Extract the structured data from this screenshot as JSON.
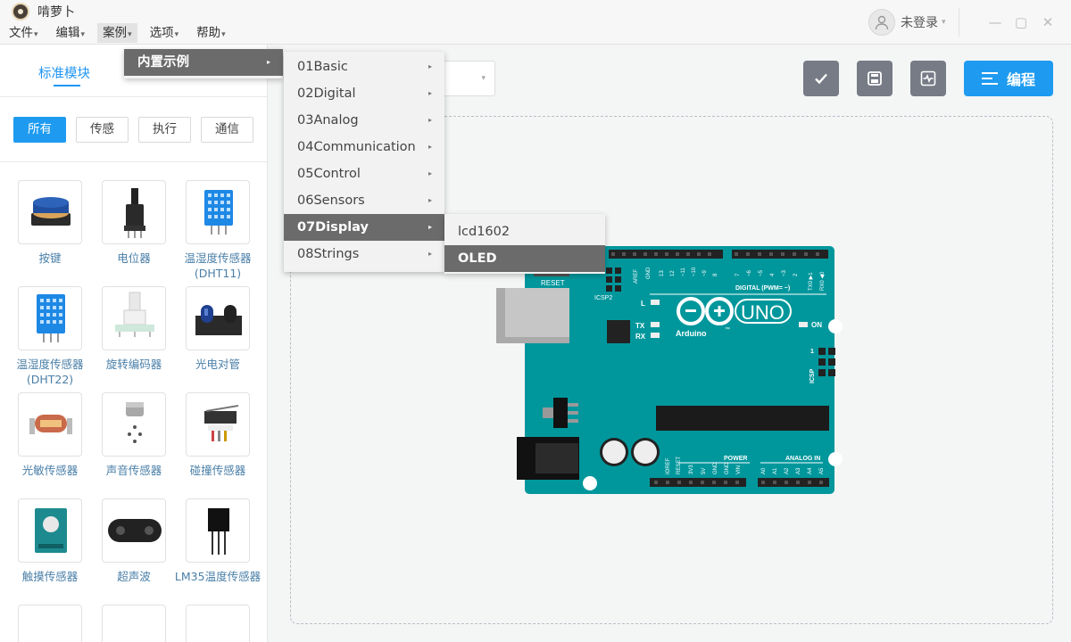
{
  "app": {
    "title": "啃萝卜",
    "logo": "radish-logo"
  },
  "menubar": [
    {
      "label": "文件",
      "caret": "▾"
    },
    {
      "label": "编辑",
      "caret": "▾"
    },
    {
      "label": "案例",
      "caret": "▾"
    },
    {
      "label": "选项",
      "caret": "▾"
    },
    {
      "label": "帮助",
      "caret": "▾"
    }
  ],
  "user": {
    "name": "未登录",
    "caret": "▾",
    "icon": "user-avatar-icon"
  },
  "window_controls": {
    "minimize": "—",
    "maximize": "▢",
    "close": "✕"
  },
  "sidebar": {
    "tab": "标准模块",
    "filters": [
      "所有",
      "传感",
      "执行",
      "通信"
    ],
    "active_filter": "所有",
    "modules": [
      {
        "label": "按键",
        "icon": "button-module-icon"
      },
      {
        "label": "电位器",
        "icon": "potentiometer-icon"
      },
      {
        "label": "温湿度传感器(DHT11)",
        "icon": "dht11-icon"
      },
      {
        "label": "温湿度传感器(DHT22)",
        "icon": "dht22-icon"
      },
      {
        "label": "旋转编码器",
        "icon": "rotary-encoder-icon"
      },
      {
        "label": "光电对管",
        "icon": "photo-interrupter-icon"
      },
      {
        "label": "光敏传感器",
        "icon": "light-sensor-icon"
      },
      {
        "label": "声音传感器",
        "icon": "sound-sensor-icon"
      },
      {
        "label": "碰撞传感器",
        "icon": "collision-sensor-icon"
      },
      {
        "label": "触摸传感器",
        "icon": "touch-sensor-icon"
      },
      {
        "label": "超声波",
        "icon": "ultrasonic-icon"
      },
      {
        "label": "LM35温度传感器",
        "icon": "lm35-icon"
      }
    ]
  },
  "toolbar": {
    "verify": "check-icon",
    "save": "save-icon",
    "monitor": "serial-monitor-icon",
    "program_label": "编程"
  },
  "menus": {
    "cases": {
      "items": [
        "内置示例"
      ],
      "active": "内置示例"
    },
    "builtin": {
      "items": [
        "01Basic",
        "02Digital",
        "03Analog",
        "04Communication",
        "05Control",
        "06Sensors",
        "07Display",
        "08Strings"
      ],
      "active": "07Display"
    },
    "display": {
      "items": [
        "lcd1602",
        "OLED"
      ],
      "active": "OLED"
    }
  },
  "board": {
    "reset": "RESET",
    "icsp2": "ICSP2",
    "icsp": "ICSP",
    "aref": "AREF",
    "gnd": "GND",
    "digital": "DIGITAL (PWM= ~)",
    "l": "L",
    "tx": "TX",
    "rx": "RX",
    "on": "ON",
    "uno": "UNO",
    "brand": "Arduino",
    "tm": "™",
    "power": "POWER",
    "analog_in": "ANALOG IN",
    "tx_pin": "TX0 ▶1",
    "rx_pin": "RX0 ◀0",
    "icsp_one": "1",
    "digital_pins": [
      "13",
      "12",
      "~11",
      "~10",
      "~9",
      "8",
      "7",
      "~6",
      "~5",
      "4",
      "~3",
      "2"
    ],
    "power_pins": [
      "IOREF",
      "RESET",
      "3V3",
      "5V",
      "GND",
      "GND",
      "VIN"
    ],
    "analog_pins": [
      "A0",
      "A1",
      "A2",
      "A3",
      "A4",
      "A5"
    ]
  },
  "colors": {
    "accent": "#1e9bf0",
    "board": "#00979c",
    "menu_active": "#6b6b6b"
  }
}
